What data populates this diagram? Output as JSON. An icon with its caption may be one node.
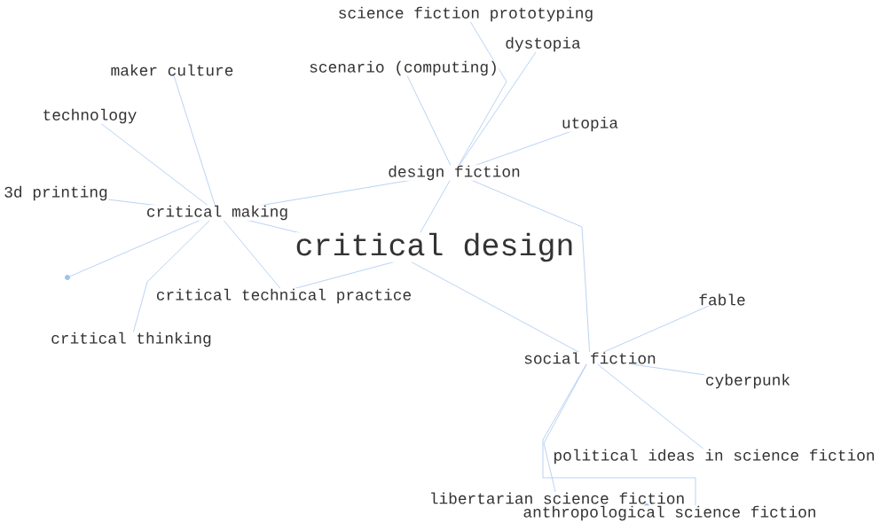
{
  "diagram": {
    "nodes": [
      {
        "text": [
          "critical design"
        ]
      },
      {
        "text": [
          "design fiction"
        ]
      },
      {
        "text": [
          "critical making"
        ]
      },
      {
        "text": [
          "critical technical practice"
        ]
      },
      {
        "text": [
          "social fiction"
        ]
      },
      {
        "text": [
          "science fiction prototyping"
        ]
      },
      {
        "text": [
          "dystopia"
        ]
      },
      {
        "text": [
          "scenario (computing)"
        ]
      },
      {
        "text": [
          "utopia"
        ]
      },
      {
        "text": [
          "maker culture"
        ]
      },
      {
        "text": [
          "technology"
        ]
      },
      {
        "text": [
          "3d printing"
        ]
      },
      {
        "text": [],
        "shape": "circle"
      },
      {
        "text": [
          "critical thinking"
        ]
      },
      {
        "text": [
          "fable"
        ]
      },
      {
        "text": [
          "cyberpunk"
        ]
      },
      {
        "text": [
          "political ideas in science fiction"
        ]
      },
      {
        "text": [
          "libertarian science fiction"
        ]
      },
      {
        "text": [
          "anthropological science fiction"
        ]
      }
    ],
    "edges": [
      {
        "from": 0,
        "to": 1,
        "arrow": "none"
      },
      {
        "from": 0,
        "to": 2,
        "arrow": "none"
      },
      {
        "from": 0,
        "to": 3,
        "arrow": "none"
      },
      {
        "from": 0,
        "to": 4,
        "arrow": "none"
      },
      {
        "from": 2,
        "to": 3,
        "arrow": "none"
      },
      {
        "from": 2,
        "to": 1,
        "arrow": "none"
      },
      {
        "from": 1,
        "to": 4,
        "arrow": "none"
      },
      {
        "from": 1,
        "to": 5,
        "arrow": "none"
      },
      {
        "from": 1,
        "to": 6,
        "arrow": "none"
      },
      {
        "from": 1,
        "to": 7,
        "arrow": "none"
      },
      {
        "from": 1,
        "to": 8,
        "arrow": "none"
      },
      {
        "from": 2,
        "to": 9,
        "arrow": "none"
      },
      {
        "from": 2,
        "to": 10,
        "arrow": "none"
      },
      {
        "from": 2,
        "to": 11,
        "arrow": "none"
      },
      {
        "from": 2,
        "to": 12,
        "arrow": "none"
      },
      {
        "from": 2,
        "to": 13,
        "arrow": "none"
      },
      {
        "from": 4,
        "to": 14,
        "arrow": "none"
      },
      {
        "from": 4,
        "to": 15,
        "arrow": "none"
      },
      {
        "from": 4,
        "to": 16,
        "arrow": "none"
      },
      {
        "from": 4,
        "to": 17,
        "arrow": "none"
      },
      {
        "from": 4,
        "to": 18,
        "arrow": "none"
      }
    ]
  }
}
